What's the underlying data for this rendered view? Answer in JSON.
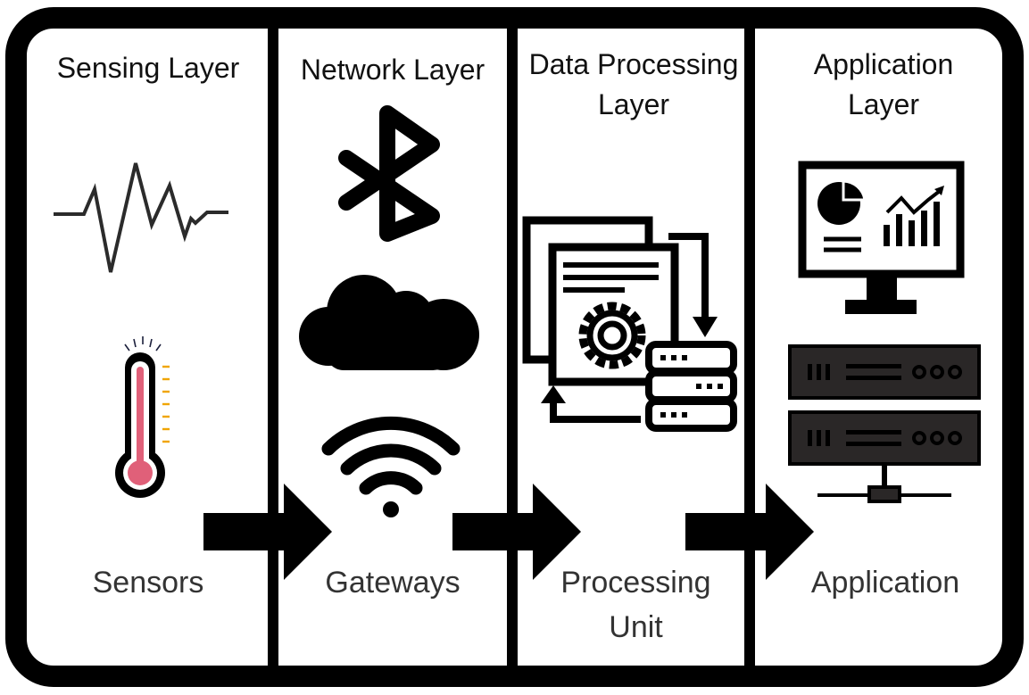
{
  "diagram": {
    "layers": [
      {
        "title": "Sensing Layer",
        "label": "Sensors"
      },
      {
        "title": "Network Layer",
        "label": "Gateways"
      },
      {
        "title": "Data Processing Layer",
        "label": "Processing Unit"
      },
      {
        "title": "Application Layer",
        "label": "Application"
      }
    ],
    "icons": {
      "sensing": [
        "waveform-icon",
        "thermometer-icon"
      ],
      "network": [
        "bluetooth-icon",
        "cloud-icon",
        "wifi-icon"
      ],
      "processing": [
        "document-gear-database-icon"
      ],
      "application": [
        "monitor-dashboard-icon",
        "server-rack-icon"
      ],
      "flow": "right-arrow-icon"
    },
    "colors": {
      "frame": "#000000",
      "background": "#ffffff",
      "thermometer_fill": "#e06079",
      "tick_marks": "#f0a500",
      "server_body": "#2a2727"
    }
  }
}
